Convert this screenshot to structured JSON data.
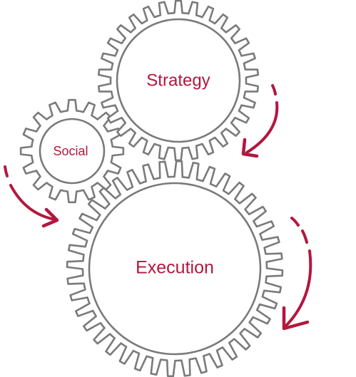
{
  "diagram": {
    "gears": [
      {
        "id": "strategy",
        "label": "Strategy",
        "teeth": 30
      },
      {
        "id": "social",
        "label": "Social",
        "teeth": 16
      },
      {
        "id": "execution",
        "label": "Execution",
        "teeth": 40
      }
    ],
    "arrows": [
      {
        "id": "top-right",
        "direction": "clockwise"
      },
      {
        "id": "left",
        "direction": "clockwise"
      },
      {
        "id": "bottom-right",
        "direction": "clockwise"
      }
    ],
    "colors": {
      "accent": "#b3173e",
      "gear_stroke": "#7a7a7a",
      "background": "#ffffff"
    }
  }
}
